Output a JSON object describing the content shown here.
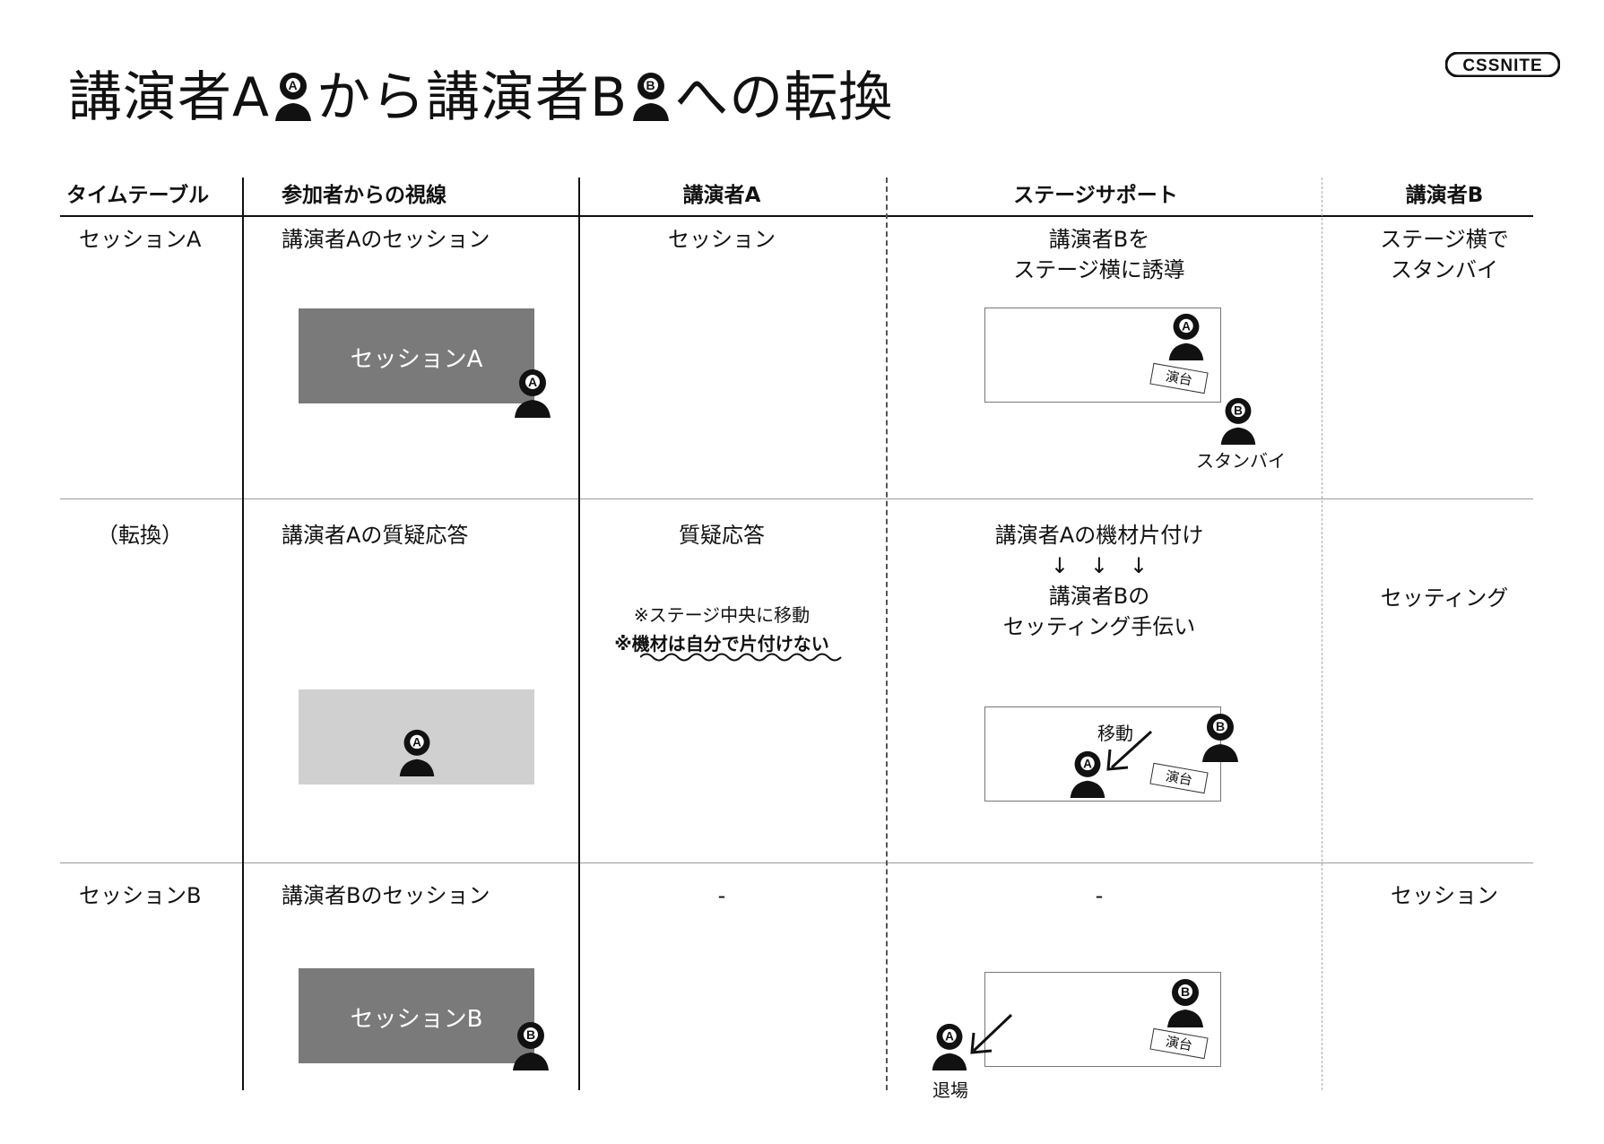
{
  "title": {
    "part1": "講演者A",
    "part2": "から講演者B",
    "part3": "への転換",
    "icon_a": "A",
    "icon_b": "B"
  },
  "logo": {
    "text": "CSSNITE"
  },
  "headers": [
    "タイムテーブル",
    "参加者からの視線",
    "講演者A",
    "ステージサポート",
    "講演者B"
  ],
  "rows": [
    {
      "timetable": "セッションA",
      "view": "講演者Aのセッション",
      "view_stage_label": "セッションA",
      "speaker_a": "セッション",
      "support": [
        "講演者Bを",
        "ステージ横に誘導"
      ],
      "speaker_b": [
        "ステージ横で",
        "スタンバイ"
      ],
      "standby_label": "スタンバイ",
      "podium": "演台"
    },
    {
      "timetable": "（転換）",
      "view": "講演者Aの質疑応答",
      "speaker_a": "質疑応答",
      "speaker_a_note1": "※ステージ中央に移動",
      "speaker_a_note2": "※機材は自分で片付けない",
      "support": [
        "講演者Aの機材片付け",
        "↓　↓　↓",
        "講演者Bの",
        "セッティング手伝い"
      ],
      "speaker_b": [
        "セッティング"
      ],
      "move_label": "移動",
      "podium": "演台"
    },
    {
      "timetable": "セッションB",
      "view": "講演者Bのセッション",
      "view_stage_label": "セッションB",
      "speaker_a": "-",
      "support": [
        "-"
      ],
      "speaker_b": [
        "セッション"
      ],
      "exit_label": "退場",
      "podium": "演台"
    }
  ],
  "person_labels": {
    "a": "A",
    "b": "B"
  },
  "icons": {
    "person": "person-silhouette-icon",
    "arrow": "arrow-icon"
  }
}
